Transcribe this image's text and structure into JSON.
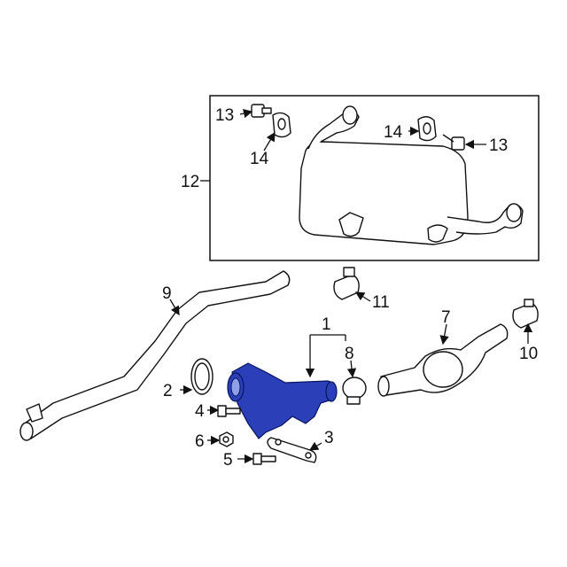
{
  "diagram": {
    "title": "Exhaust system parts diagram",
    "highlight_color": "#2b3fb8",
    "callouts": [
      {
        "id": "c1",
        "label": "1"
      },
      {
        "id": "c2",
        "label": "2"
      },
      {
        "id": "c3",
        "label": "3"
      },
      {
        "id": "c4",
        "label": "4"
      },
      {
        "id": "c5",
        "label": "5"
      },
      {
        "id": "c6",
        "label": "6"
      },
      {
        "id": "c7",
        "label": "7"
      },
      {
        "id": "c8",
        "label": "8"
      },
      {
        "id": "c9",
        "label": "9"
      },
      {
        "id": "c10",
        "label": "10"
      },
      {
        "id": "c11",
        "label": "11"
      },
      {
        "id": "c12",
        "label": "12"
      },
      {
        "id": "c13a",
        "label": "13"
      },
      {
        "id": "c13b",
        "label": "13"
      },
      {
        "id": "c14a",
        "label": "14"
      },
      {
        "id": "c14b",
        "label": "14"
      }
    ]
  }
}
